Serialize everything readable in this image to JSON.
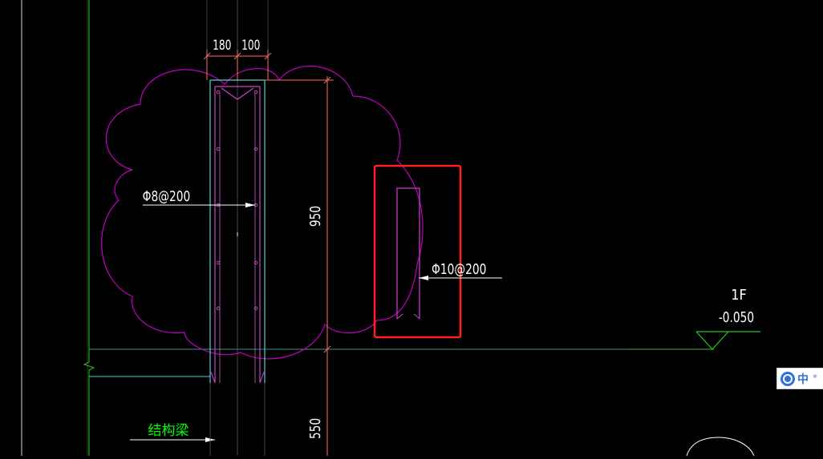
{
  "dimensions": {
    "top_left": "180",
    "top_right": "100",
    "height_upper": "950",
    "height_lower": "550"
  },
  "rebar_labels": {
    "stirrup": "Φ8@200",
    "horizontal": "Φ10@200"
  },
  "level_marker": {
    "floor": "1F",
    "elevation": "-0.050"
  },
  "beam_label": "结构梁",
  "ime": {
    "language": "中",
    "more": "°"
  },
  "colors": {
    "background": "#000000",
    "revision_cloud": "#c000c0",
    "wall_outline": "#4fd3d3",
    "dimension": "#ff6a6a",
    "text": "#ffffff",
    "beam_text": "#00ff00",
    "grid_line": "#2fbf2f",
    "highlight_box": "#ff2020",
    "rebar": "#d040d0"
  }
}
